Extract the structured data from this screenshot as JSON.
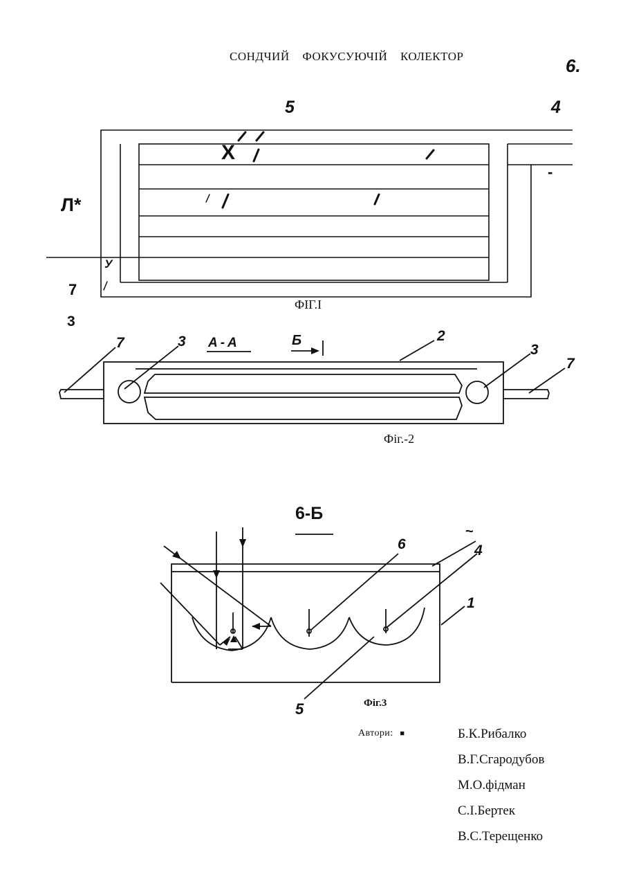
{
  "title": "СОНДЧИЙ ФОКУСУЮЧІЙ КОЛЕКТОР",
  "page_number": "6.",
  "figure1": {
    "caption": "ФІГ.І",
    "labels": {
      "top_center": "5",
      "top_right": "4",
      "left_big": "Л*",
      "left_7": "7",
      "left_3": "3",
      "inner_y": "У",
      "inner_slash": "/",
      "x_mark": "Х",
      "dash": "-"
    }
  },
  "figure2": {
    "caption": "Фіг.-2",
    "labels": {
      "section": "А-А",
      "b_arrow": "Б",
      "n2": "2",
      "n3_left": "3",
      "n3_right": "3",
      "n7_left": "7",
      "n7_right": "7"
    }
  },
  "figure3": {
    "section_title": "6-Б",
    "caption": "Фіг.3",
    "labels": {
      "n6": "6",
      "n4": "4",
      "n1": "1",
      "n5": "5",
      "n2": "~"
    }
  },
  "authors": {
    "label": "Автори:",
    "marker": "■",
    "names": [
      "Б.К.Рибалко",
      "В.Г.Сгародубов",
      "М.О.фідман",
      "С.І.Бертек",
      "В.С.Терещенко"
    ]
  }
}
